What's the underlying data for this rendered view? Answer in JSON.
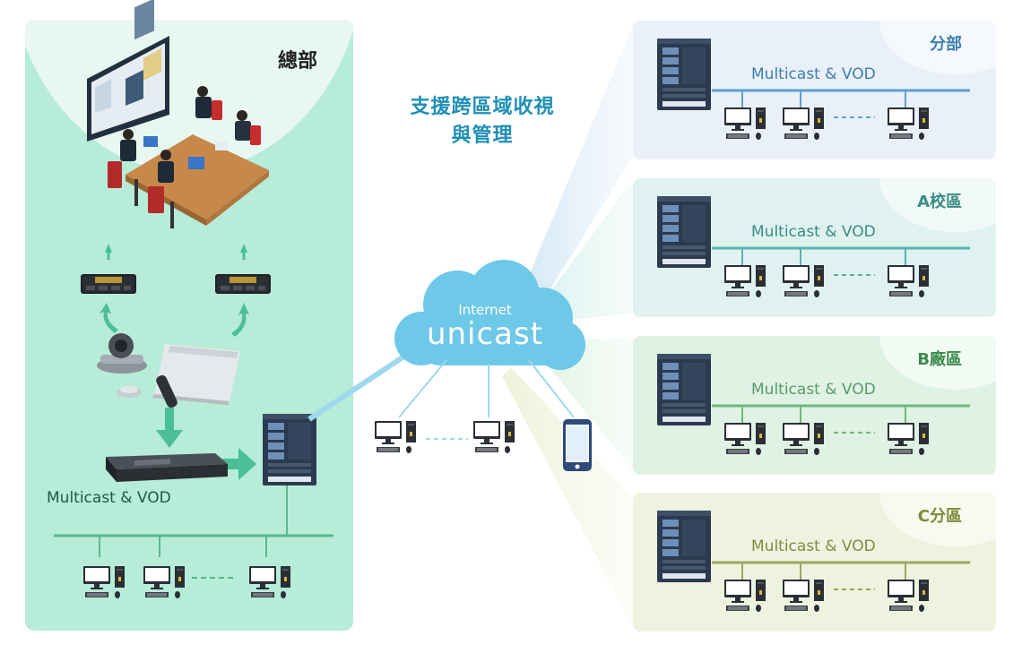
{
  "heading": {
    "line1": "支援跨區域收視",
    "line2": "與管理"
  },
  "cloud": {
    "internet_label": "Internet",
    "unicast_label": "unicast"
  },
  "hq": {
    "title": "總部",
    "multicast_label": "Multicast & VOD"
  },
  "sites": [
    {
      "title": "分部",
      "multicast_label": "Multicast & VOD",
      "bg": "#e9f0f8",
      "glow": "#f5f8fc",
      "title_color": "#3b7fb0",
      "label_color": "#3b7fb0",
      "line_color": "#5d9fcf"
    },
    {
      "title": "A校區",
      "multicast_label": "Multicast & VOD",
      "bg": "#dff2f0",
      "glow": "#f1faf8",
      "title_color": "#3a8c86",
      "label_color": "#3a8c86",
      "line_color": "#58b3ad"
    },
    {
      "title": "B廠區",
      "multicast_label": "Multicast & VOD",
      "bg": "#dff2e4",
      "glow": "#f1faf3",
      "title_color": "#3c8a4c",
      "label_color": "#5a9a66",
      "line_color": "#6cba7c"
    },
    {
      "title": "C分區",
      "multicast_label": "Multicast & VOD",
      "bg": "#eef3df",
      "glow": "#f8faf0",
      "title_color": "#7a8a37",
      "label_color": "#7d8c42",
      "line_color": "#9aa85a"
    }
  ],
  "colors": {
    "hq_bg": "#b6ecd8",
    "arrow": "#4bbf97",
    "cloud": "#6ec8e8",
    "link": "#9ed8ee"
  }
}
